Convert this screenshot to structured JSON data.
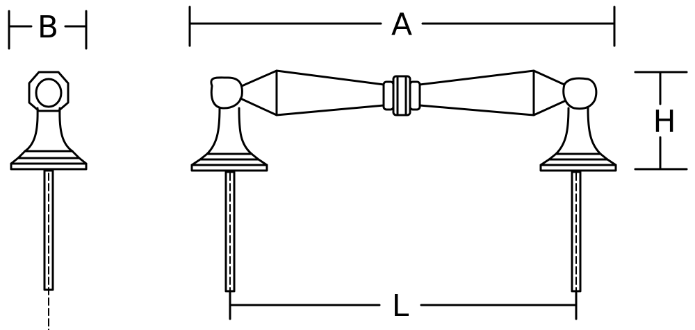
{
  "dimensions": {
    "width_label": "B",
    "length_label": "A",
    "height_label": "H",
    "center_label": "L"
  },
  "colors": {
    "ink": "#000000",
    "paper": "#ffffff"
  }
}
